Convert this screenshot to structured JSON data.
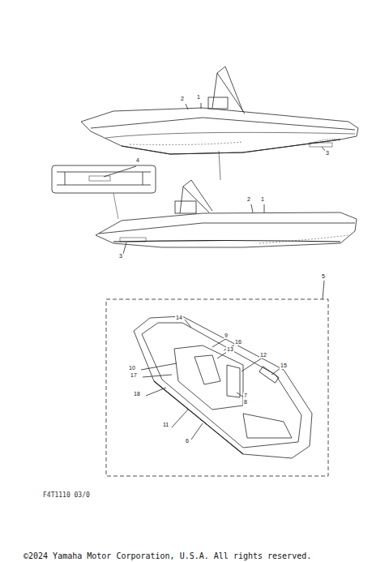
{
  "diagram": {
    "labels": [
      "2",
      "1",
      "3",
      "4",
      "2",
      "1",
      "3",
      "5",
      "14",
      "9",
      "16",
      "13",
      "12",
      "15",
      "10",
      "17",
      "18",
      "7",
      "8",
      "11",
      "6",
      "F4T1110 03/0",
      "©2024 Yamaha Motor Corporation, U.S.A. All rights reserved."
    ]
  }
}
